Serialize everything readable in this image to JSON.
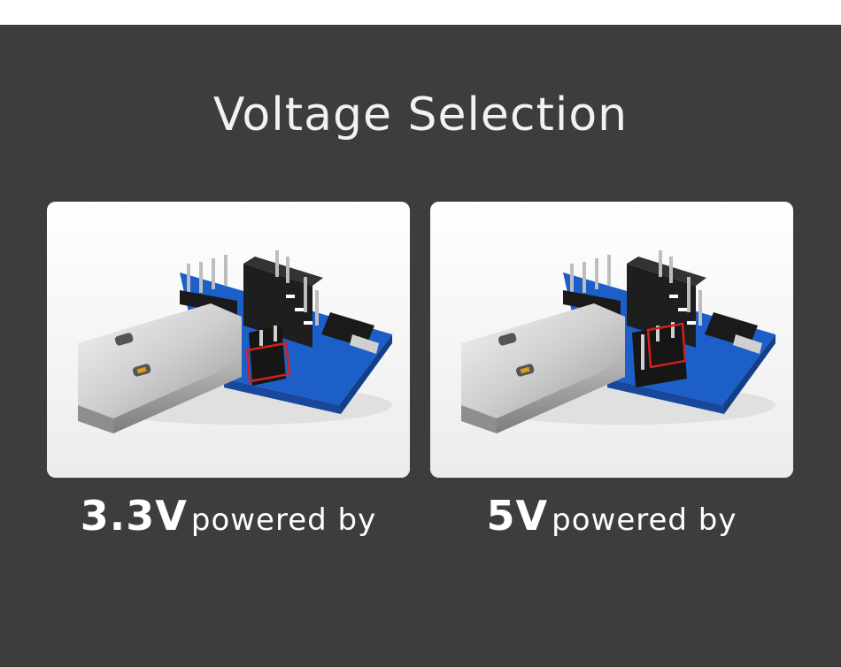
{
  "title": "Voltage Selection",
  "options": [
    {
      "voltage": "3.3V",
      "suffix": "powered by",
      "jumper": "3.3v"
    },
    {
      "voltage": "5V",
      "suffix": "powered by",
      "jumper": "5v"
    }
  ],
  "colors": {
    "background": "#3d3d3d",
    "pcb": "#1d5fc8",
    "highlight": "#d31f1f",
    "text": "#ffffff"
  }
}
